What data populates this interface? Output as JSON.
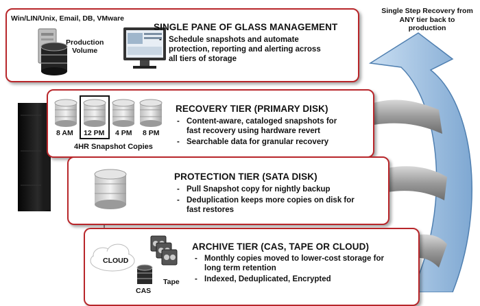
{
  "recovery_note": {
    "lines": [
      "Single Step Recovery from",
      "ANY tier back to",
      "production"
    ]
  },
  "management_panel": {
    "platforms_label": "Win/LIN/Unix, Email, DB, VMware",
    "production_volume_lines": [
      "Production",
      "Volume"
    ],
    "title": "SINGLE PANE OF GLASS MANAGEMENT",
    "bullets": [
      [
        "Schedule snapshots and automate",
        "protection, reporting and alerting across",
        "all tiers of  storage"
      ]
    ]
  },
  "recovery_tier": {
    "title": "RECOVERY TIER (PRIMARY DISK)",
    "snapshot_times": [
      "8 AM",
      "12 PM",
      "4 PM",
      "8 PM"
    ],
    "caption": "4HR Snapshot Copies",
    "bullets": [
      [
        "Content-aware, cataloged snapshots for",
        "fast recovery using hardware revert"
      ],
      [
        "Searchable data for granular recovery"
      ]
    ]
  },
  "protection_tier": {
    "title": "PROTECTION TIER (SATA DISK)",
    "bullets": [
      [
        "Pull Snapshot copy for nightly backup"
      ],
      [
        "Deduplication keeps more copies on disk for",
        "fast restores"
      ]
    ]
  },
  "archive_tier": {
    "title": "ARCHIVE TIER (CAS, TAPE OR CLOUD)",
    "cloud_label": "CLOUD",
    "tape_label": "Tape",
    "cas_label": "CAS",
    "bullets": [
      [
        "Monthly copies moved to lower-cost storage for",
        "long term retention"
      ],
      [
        "Indexed, Deduplicated, Encrypted"
      ]
    ]
  },
  "colors": {
    "panel_border": "#b8262a",
    "arrow_fill": "#9dc3e6",
    "arrow_band": "#a6a6a6"
  }
}
